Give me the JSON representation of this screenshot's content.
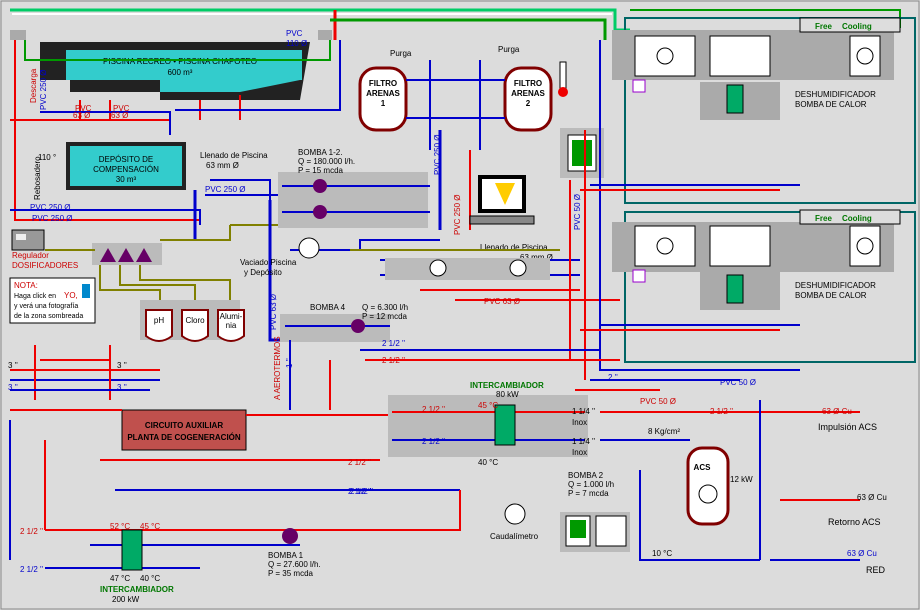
{
  "colors": {
    "hot": "#ee0000",
    "cold": "#0000cc",
    "green": "#009900",
    "teal": "#006666",
    "olive": "#808000",
    "water": "#33cccc",
    "panel": "#bbbbbb"
  },
  "pool": {
    "title": "PISCINA RECREO • PISCINA CHAPOTEO",
    "volume": "600 m³"
  },
  "tank": {
    "title": "DEPÓSITO DE",
    "title2": "COMPENSACIÓN",
    "volume": "30 m³"
  },
  "filters": [
    {
      "label1": "FILTRO",
      "label2": "ARENAS",
      "num": "1",
      "purge": "Purga"
    },
    {
      "label1": "FILTRO",
      "label2": "ARENAS",
      "num": "2",
      "purge": "Purga"
    }
  ],
  "pumps": {
    "b12": {
      "name": "BOMBA 1-2.",
      "q": "Q = 180.000 l/h.",
      "p": "P = 15 mcda"
    },
    "b4": {
      "name": "BOMBA 4",
      "q": "Q = 6.300 l/h",
      "p": "P = 12 mcda"
    },
    "b1": {
      "name": "BOMBA 1",
      "q": "Q = 27.600 l/h.",
      "p": "P = 35 mcda"
    },
    "b2": {
      "name": "BOMBA 2",
      "q": "Q = 1.000 l/h",
      "p": "P = 7 mcda"
    }
  },
  "dehum": {
    "label1": "DESHUMIDIFICADOR",
    "label2": "BOMBA DE CALOR",
    "free": "Free",
    "cooling": "Cooling"
  },
  "exchangers": {
    "top": {
      "name": "INTERCAMBIADOR",
      "power": "80 kW",
      "t_hot": "45 °C",
      "t_cold": "40 °C"
    },
    "bottom": {
      "name": "INTERCAMBIADOR",
      "power": "200 kW",
      "t1": "52 °C",
      "t2": "45 °C",
      "t3": "47 °C",
      "t4": "40 °C"
    }
  },
  "cogen": {
    "line1": "CIRCUITO AUXILIAR",
    "line2": "PLANTA DE COGENERACIÓN"
  },
  "acs": {
    "label": "ACS",
    "pressure": "8 Kg/cm²",
    "kw": "12 kW",
    "t10": "10 °C",
    "impulsion": "Impulsión ACS",
    "retorno": "Retorno ACS",
    "red": "RED",
    "cu": "63 Ø Cu"
  },
  "dosing": {
    "label1": "Regulador",
    "label2": "DOSIFICADORES",
    "ph": "pH",
    "cloro": "Cloro",
    "alumina": "Alumi-",
    "alumina2": "nia"
  },
  "note": {
    "title": "NOTA:",
    "line1": "Haga click en",
    "yo": "YO,",
    "line2": "y verá una fotografía",
    "line3": "de la zona sombreada"
  },
  "texts": {
    "pvc110": "PVC",
    "pvc110b": "110 Ø",
    "pvc63": "PVC",
    "pvc63b": "63 Ø",
    "pvc250": "PVC 250 Ø",
    "pvc50": "PVC 50 Ø",
    "pvc63line": "PVC 63 Ø",
    "llenado": "Llenado de Piscina",
    "llenado2": "63 mm Ø",
    "vaciado": "Vaciado Piscina",
    "vaciado2": "y Depósito",
    "rebosadero": "Rebosadero",
    "descarga": "Descarga",
    "aerotermos": "A AEROTERMOS",
    "caudalimetro": "Caudalímetro",
    "inox": "Inox",
    "s114": "1 1/4 ''",
    "s212": "2 1/2 ''",
    "s3": "3 ''",
    "s2": "2 ''",
    "s1": "1 ''",
    "t110": "110 °"
  }
}
